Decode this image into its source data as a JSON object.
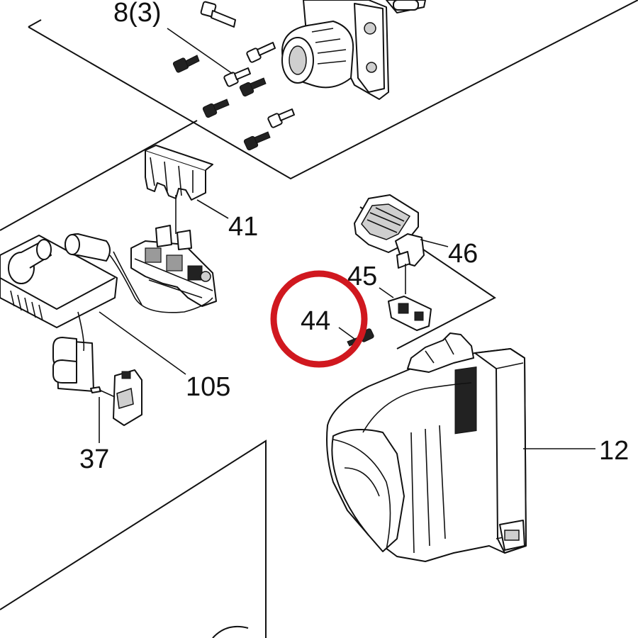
{
  "callouts": {
    "p8": "8(3)",
    "p41": "41",
    "p46": "46",
    "p45": "45",
    "p44": "44",
    "p105": "105",
    "p37": "37",
    "p12": "12"
  },
  "highlight_color": "#d0181f",
  "line_color": "#111111"
}
